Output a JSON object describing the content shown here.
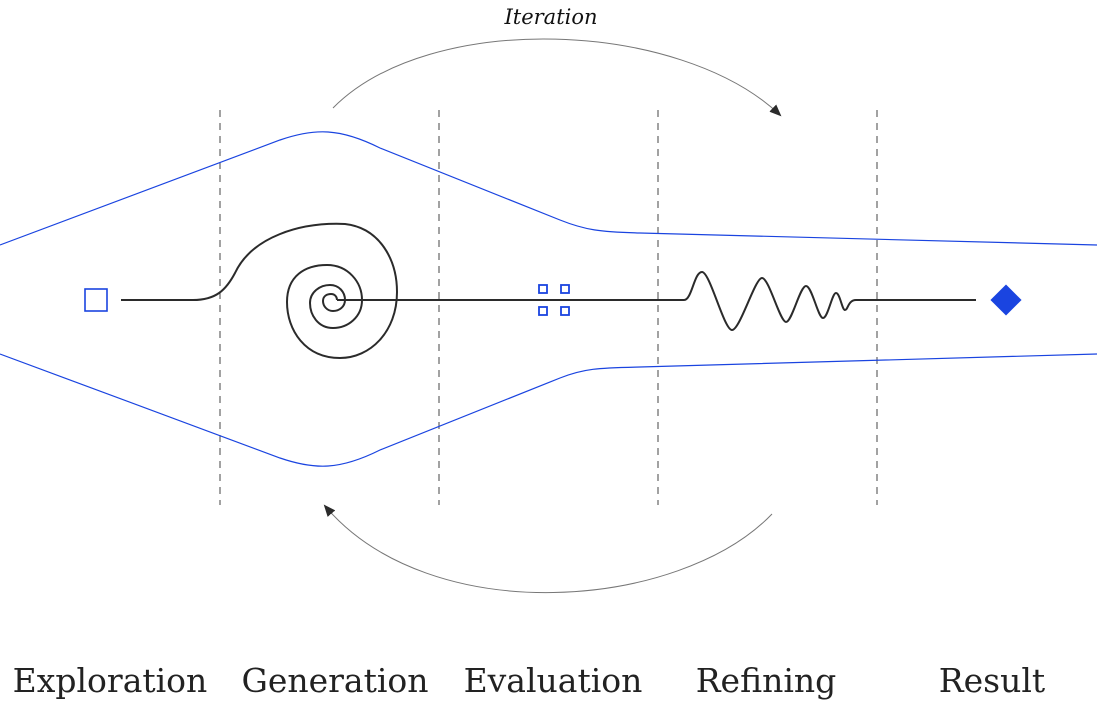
{
  "diagram": {
    "iteration_label": "Iteration",
    "stages": [
      {
        "label": "Exploration"
      },
      {
        "label": "Generation"
      },
      {
        "label": "Evaluation"
      },
      {
        "label": "Refining"
      },
      {
        "label": "Result"
      }
    ]
  },
  "colors": {
    "accent": "#1a44e0",
    "line": "#2b2b2b",
    "divider": "#444444",
    "arrow": "#777777",
    "text": "#222222"
  }
}
